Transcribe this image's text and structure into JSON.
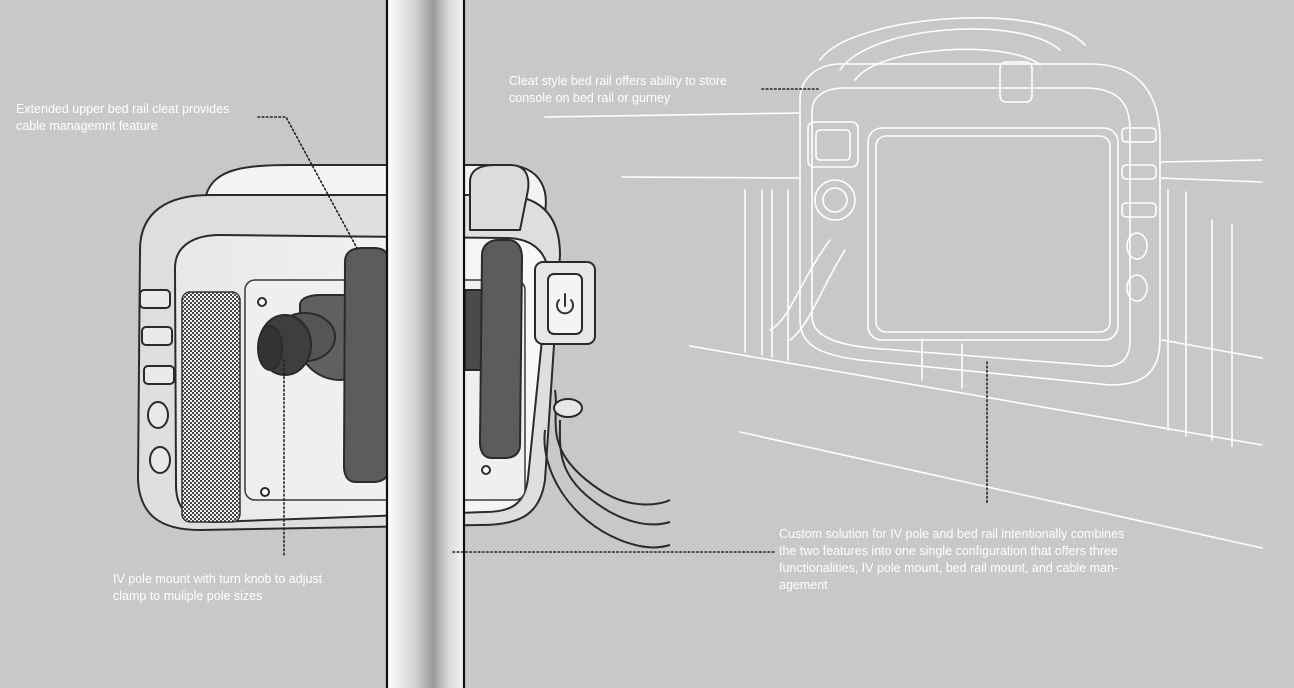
{
  "annotations": {
    "upper_cleat": {
      "lines": [
        "Extended upper bed rail cleat provides",
        "cable managemnt feature"
      ]
    },
    "bed_rail_storage": {
      "lines": [
        "Cleat style bed rail offers ability to store",
        "console on bed rail or gurney"
      ]
    },
    "iv_pole_mount": {
      "lines": [
        "IV pole mount with turn knob to adjust",
        "clamp to muliple pole sizes"
      ]
    },
    "custom_solution": {
      "lines": [
        "Custom solution for IV pole and bed rail intentionally combines",
        "the two features into one single configuration that offers three",
        "functionalities, IV pole mount, bed rail mount, and cable man-",
        "agement"
      ]
    }
  },
  "colors": {
    "background": "#c8c8c8",
    "annotation_text": "#ffffff",
    "leader_line": "#222222",
    "sketch_line": "#ffffff",
    "clamp": "#5c5c5c"
  },
  "icons": [
    "power-icon"
  ]
}
